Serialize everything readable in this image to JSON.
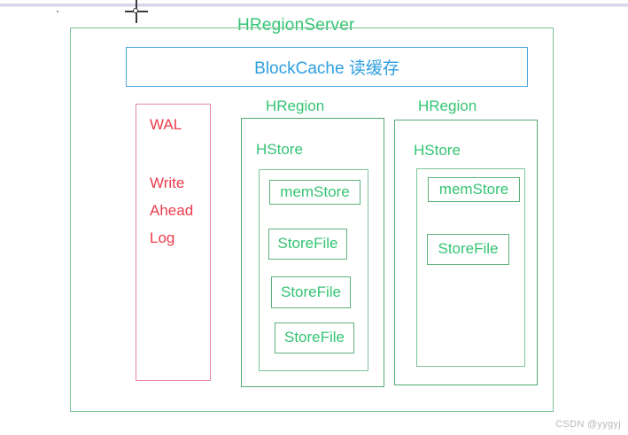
{
  "diagram": {
    "title": "HRegionServer",
    "watermark": "CSDN @yygyj",
    "colors": {
      "green": "#35c473",
      "green_border": "#5cb27a",
      "blue": "#2e9fe0",
      "blue_border": "#49a7dc",
      "red": "#ec3b4c",
      "red_border": "#e0899c",
      "watermark_gray": "#b9b9b9"
    },
    "block_cache": {
      "label": "BlockCache 读缓存"
    },
    "wal": {
      "title": "WAL",
      "line1": "Write",
      "line2": "Ahead",
      "line3": "Log"
    },
    "regions": [
      {
        "label": "HRegion",
        "hstore": {
          "label": "HStore",
          "items": [
            {
              "label": "memStore"
            },
            {
              "label": "StoreFile"
            },
            {
              "label": "StoreFile"
            },
            {
              "label": "StoreFile"
            }
          ]
        }
      },
      {
        "label": "HRegion",
        "hstore": {
          "label": "HStore",
          "items": [
            {
              "label": "memStore"
            },
            {
              "label": "StoreFile"
            }
          ]
        }
      }
    ]
  }
}
